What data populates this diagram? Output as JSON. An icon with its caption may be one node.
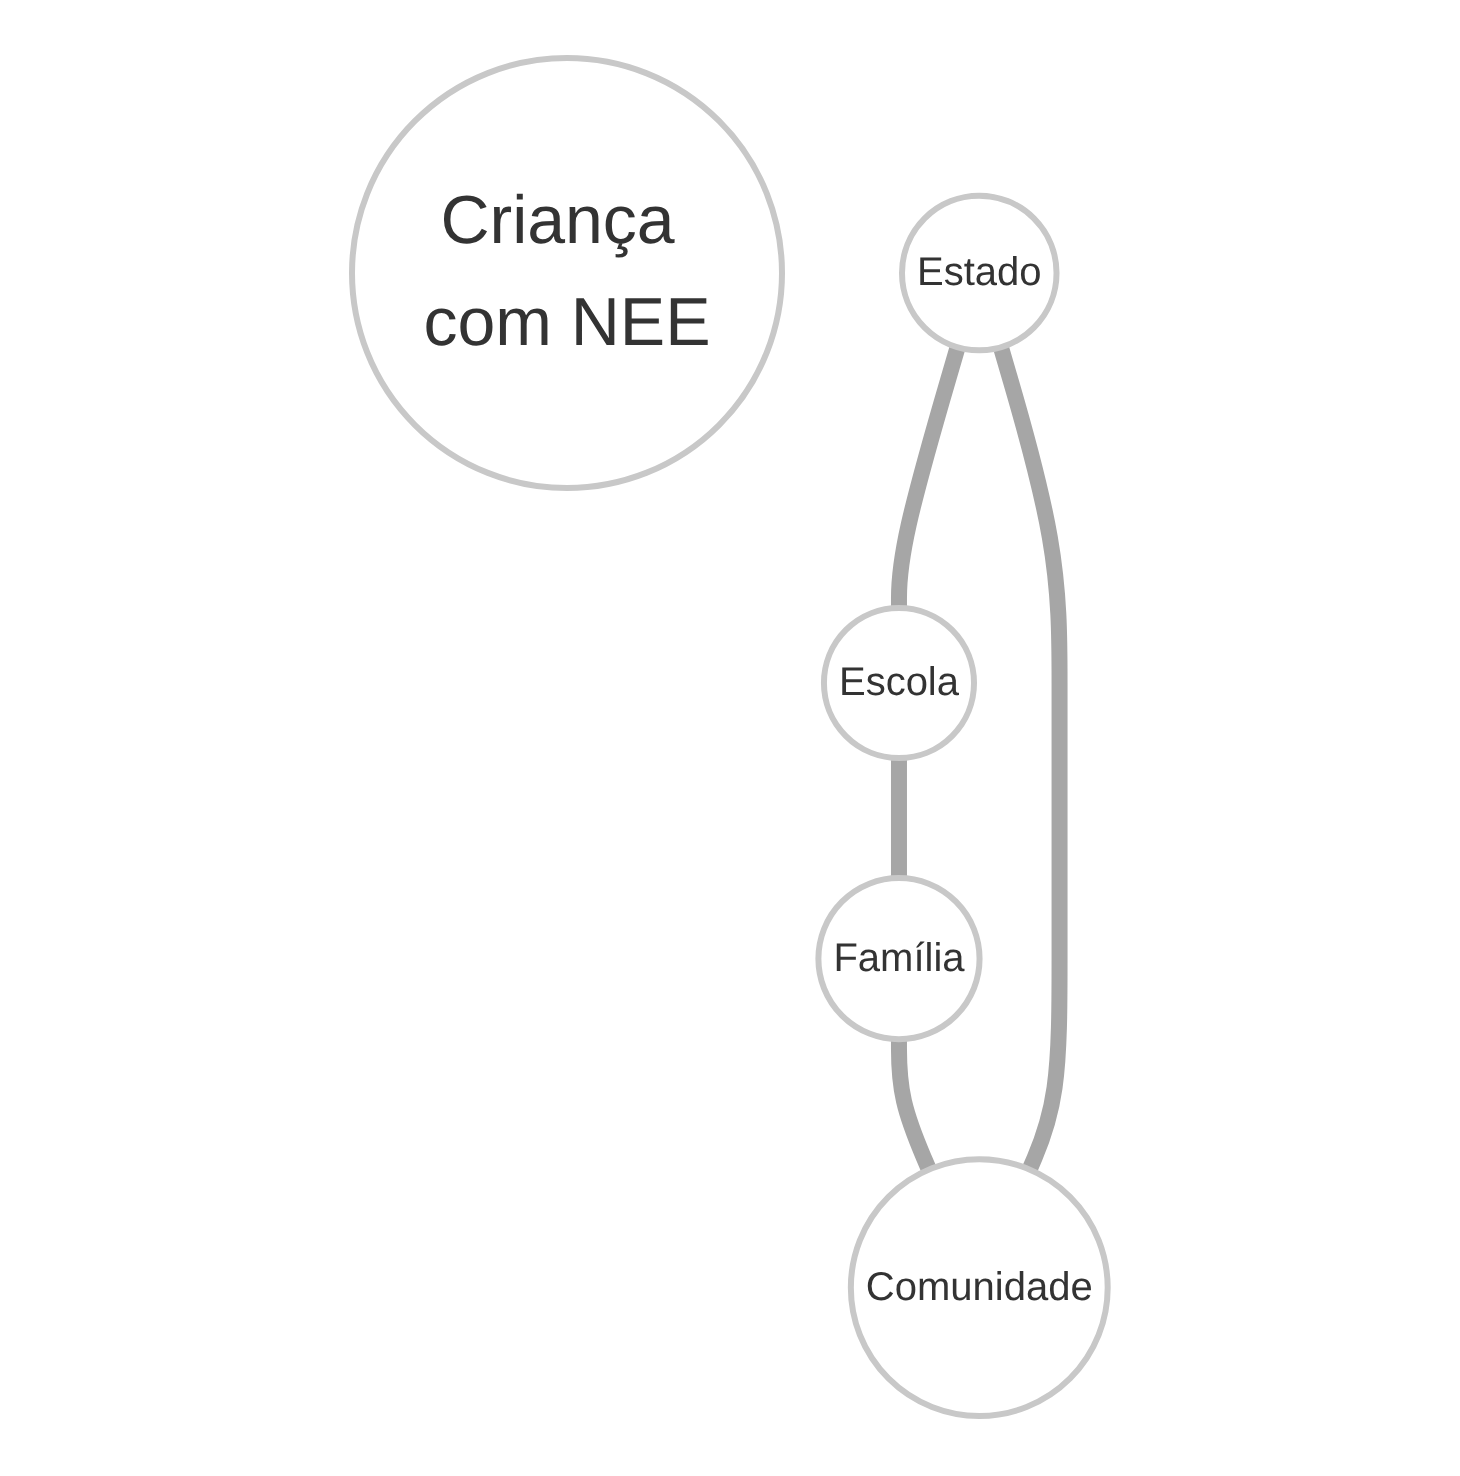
{
  "diagram": {
    "nodes": [
      {
        "text": [
          "Criança com NEE"
        ]
      },
      {
        "text": [
          "Estado"
        ]
      },
      {
        "text": [
          "Escola"
        ]
      },
      {
        "text": [
          "Família"
        ]
      },
      {
        "text": [
          "Comunidade"
        ]
      }
    ],
    "edges": [
      {
        "from": 1,
        "to": 2,
        "arrow": "none"
      },
      {
        "from": 2,
        "to": 3,
        "arrow": "none"
      },
      {
        "from": 3,
        "to": 4,
        "arrow": "none"
      },
      {
        "from": 4,
        "to": 1,
        "arrow": "none"
      }
    ]
  }
}
